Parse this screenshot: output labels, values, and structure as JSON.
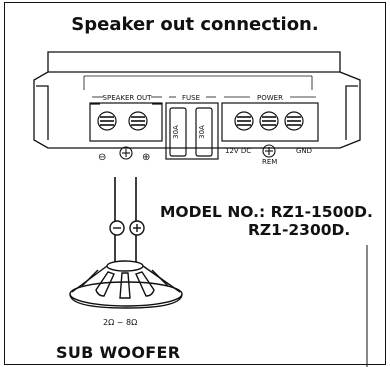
{
  "title": "Speaker out connection.",
  "panel": {
    "speaker_out_label": "SPEAKER OUT",
    "fuse_label": "FUSE",
    "power_label": "POWER",
    "fuse_rating_1": "30A",
    "fuse_rating_2": "30A",
    "supply_label": "12V DC",
    "rem_label": "REM",
    "gnd_label": "GND",
    "minus_sign": "⊖",
    "plus_sign": "⊕"
  },
  "model": {
    "line1": "MODEL NO.: RZ1-1500D.",
    "line2": "RZ1-2300D."
  },
  "speaker": {
    "impedance": "2Ω ~ 8Ω",
    "label": "SUB WOOFER"
  }
}
